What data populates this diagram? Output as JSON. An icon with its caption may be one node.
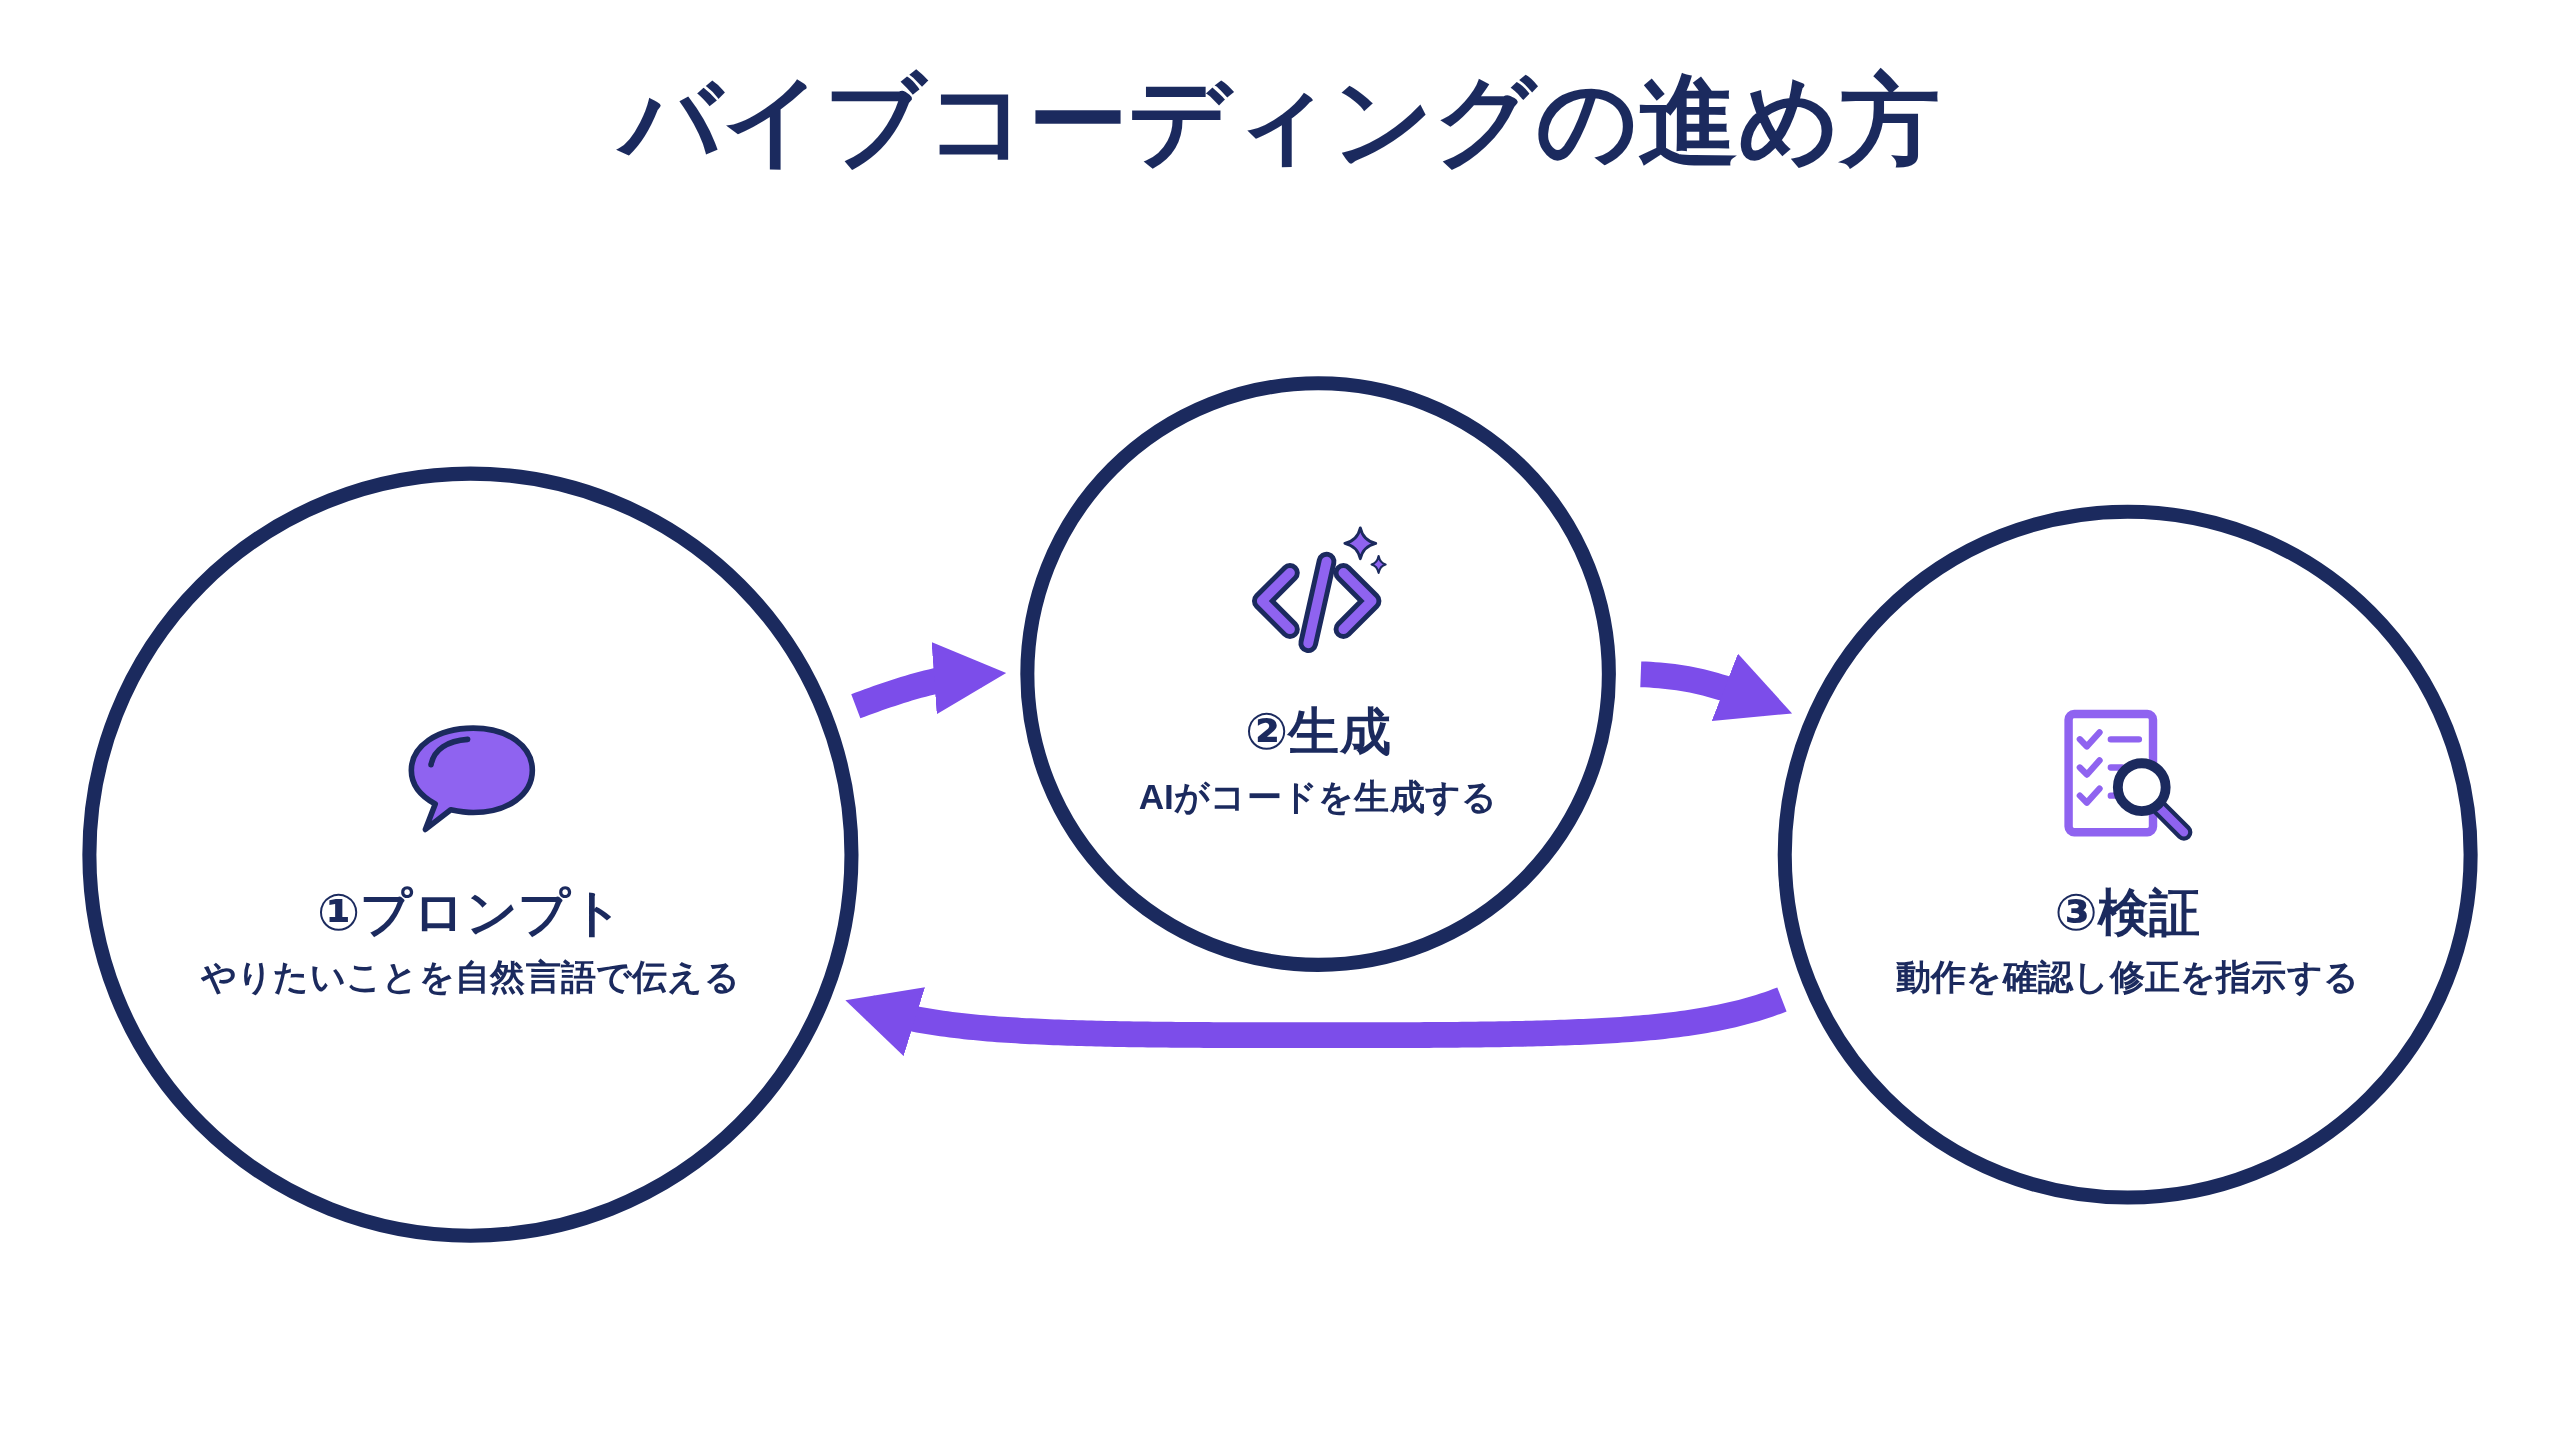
{
  "diagram": {
    "title": "バイブコーディングの進め方",
    "nodes": [
      {
        "text": [
          "①プロンプト",
          "やりたいことを自然言語で伝える"
        ]
      },
      {
        "text": [
          "②生成",
          "AIがコードを生成する"
        ]
      },
      {
        "text": [
          "③検証",
          "動作を確認し修正を指示する"
        ]
      }
    ],
    "edges": [
      {
        "from": 0,
        "to": 1,
        "arrow": "to"
      },
      {
        "from": 1,
        "to": 2,
        "arrow": "to"
      },
      {
        "from": 2,
        "to": 0,
        "arrow": "to"
      }
    ]
  }
}
